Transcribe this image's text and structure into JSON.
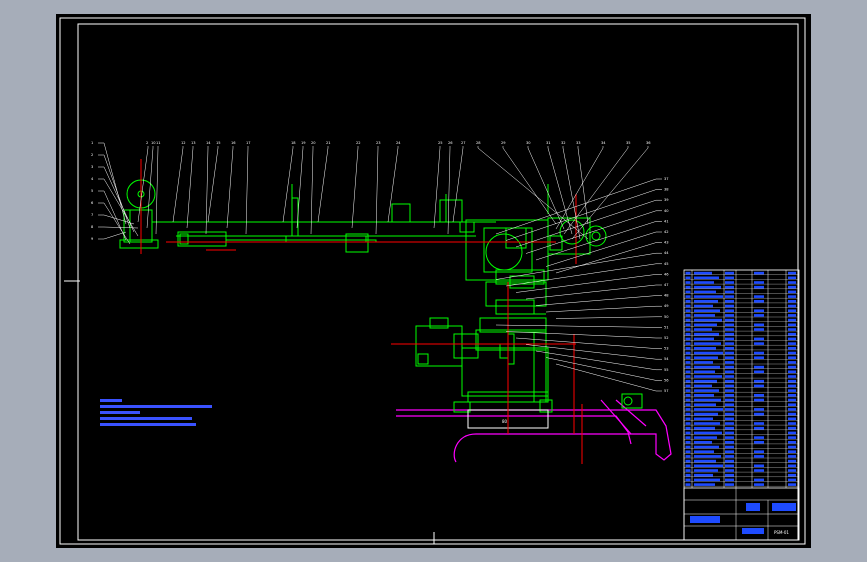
{
  "drawing": {
    "drawing_number": "PSM-01",
    "title_cells": [
      "PSM-01"
    ]
  },
  "scale_label": "80",
  "callouts_top": [
    "2",
    "10",
    "11",
    "12",
    "13",
    "14",
    "15",
    "16",
    "17",
    "18",
    "19",
    "20",
    "21",
    "22",
    "23",
    "24",
    "25",
    "26",
    "27",
    "28",
    "29",
    "30",
    "31",
    "32",
    "33",
    "34",
    "35",
    "36"
  ],
  "callouts_left": [
    "1",
    "2",
    "3",
    "4",
    "5",
    "6",
    "7",
    "8",
    "9"
  ],
  "callouts_right": [
    "37",
    "38",
    "39",
    "40",
    "41",
    "42",
    "43",
    "44",
    "45",
    "46",
    "47",
    "48",
    "49",
    "50",
    "51",
    "52",
    "53",
    "54",
    "55",
    "56",
    "57"
  ],
  "colors": {
    "background": "#000000",
    "frame": "#ffffff",
    "parts": "#00ff00",
    "leaders": "#ffffff",
    "centerline": "#ff0000",
    "base": "#ff00ff",
    "table_text": "#1e4bff",
    "desktop": "#a6adb9"
  }
}
